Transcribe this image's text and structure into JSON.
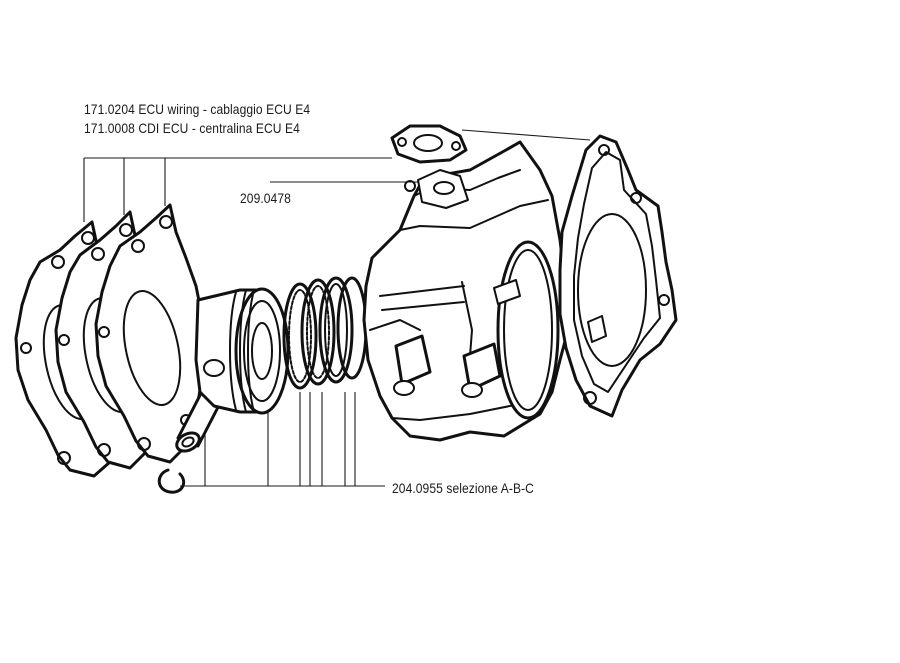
{
  "callouts": {
    "ecu_wiring": "171.0204 ECU wiring - cablaggio ECU E4",
    "cdi_ecu": "171.0008 CDI ECU - centralina ECU E4",
    "gasket": "209.0478",
    "piston": "204.0955 selezione A-B-C"
  }
}
